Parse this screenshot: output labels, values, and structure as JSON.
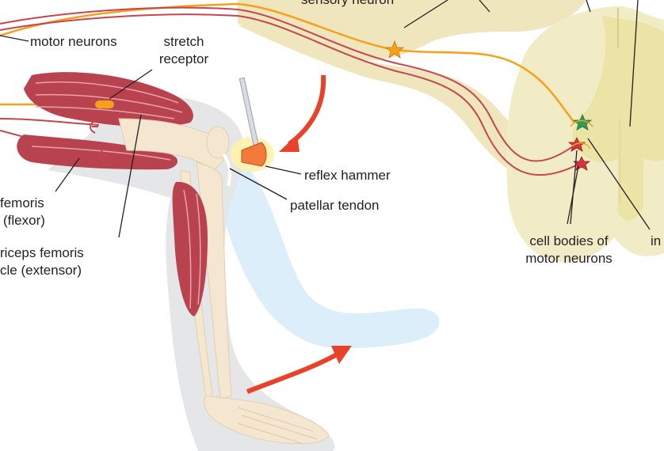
{
  "labels": {
    "sensory_neuron": "sensory neuron",
    "motor_neurons": "motor neurons",
    "stretch_receptor_line1": "stretch",
    "stretch_receptor_line2": "receptor",
    "reflex_hammer": "reflex hammer",
    "patellar_tendon": "patellar tendon",
    "flexor_line1": "femoris",
    "flexor_line2": "(flexor)",
    "extensor_line1": "riceps femoris",
    "extensor_line2": "cle (extensor)",
    "cell_bodies_line1": "cell bodies of",
    "cell_bodies_line2": "motor neurons",
    "interneuron_partial": "in"
  },
  "colors": {
    "sensory_nerve": "#f7a11a",
    "motor_nerve": "#c8454f",
    "spinal_cord": "#f2ecc6",
    "grey_matter": "#ece3a6",
    "muscle": "#b8434f",
    "bone": "#f4e6cf",
    "leg_shadow": "#d6d9dc",
    "motion_ghost": "#dceefa",
    "arrow": "#e8432a",
    "interneuron_star": "#2e9d5a",
    "motor_star": "#d6343c",
    "sensory_star": "#f7a11a"
  }
}
